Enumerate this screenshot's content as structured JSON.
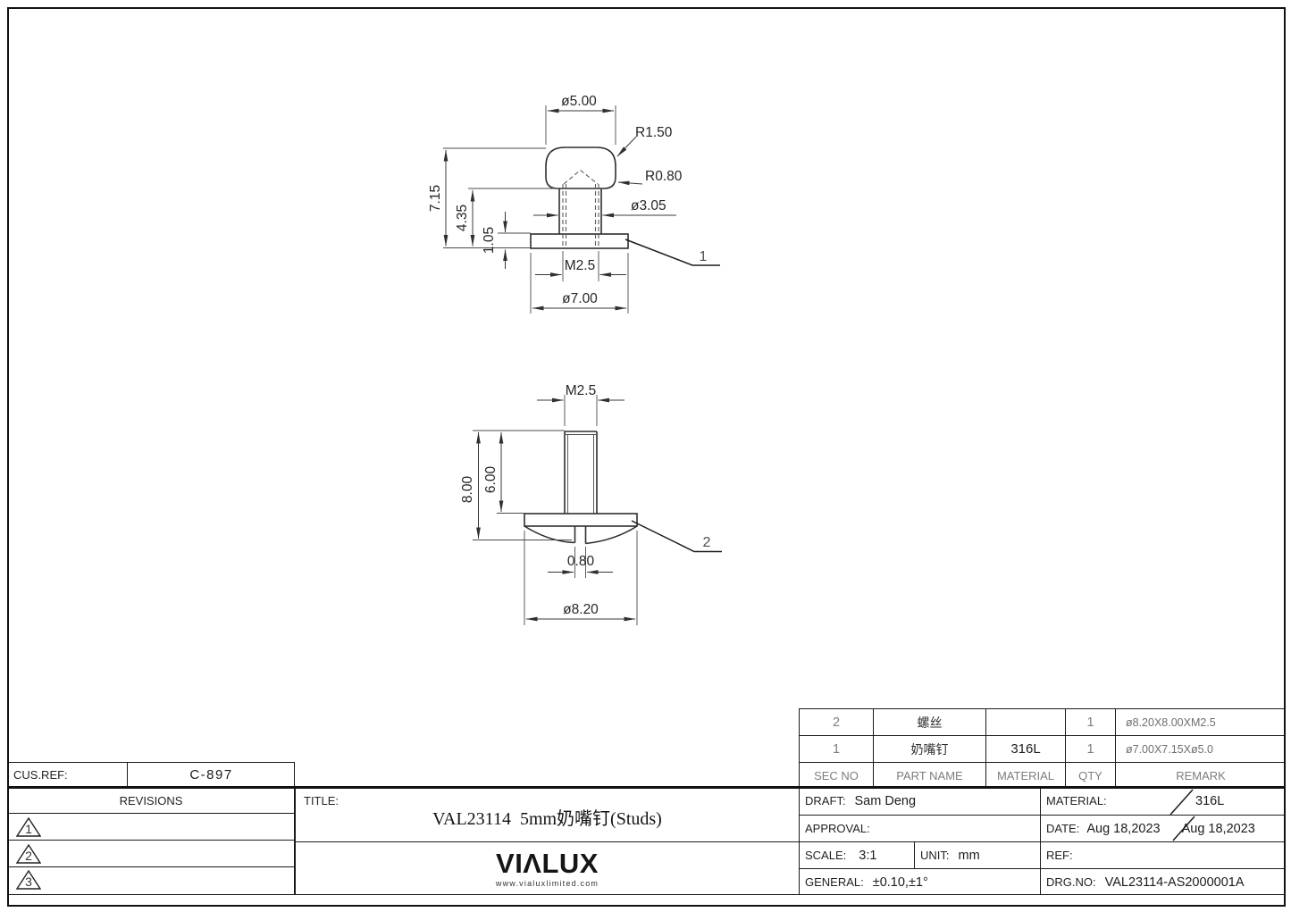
{
  "drawing1": {
    "dims": {
      "dia_top": "ø5.00",
      "radius_head": "R1.50",
      "radius_neck": "R0.80",
      "dia_stem": "ø3.05",
      "height_total": "7.15",
      "height_stem": "4.35",
      "height_base": "1.05",
      "thread": "M2.5",
      "dia_base": "ø7.00",
      "balloon": "1"
    }
  },
  "drawing2": {
    "dims": {
      "thread": "M2.5",
      "height_total": "8.00",
      "height_shaft": "6.00",
      "slot_width": "0.80",
      "dia_head": "ø8.20",
      "balloon": "2"
    }
  },
  "parts_table": {
    "headers": [
      "SEC NO",
      "PART NAME",
      "MATERIAL",
      "QTY",
      "REMARK"
    ],
    "rows": [
      {
        "sec_no": "2",
        "part_name": "螺丝",
        "material": "",
        "qty": "1",
        "remark": "ø8.20X8.00XM2.5"
      },
      {
        "sec_no": "1",
        "part_name": "奶嘴钉",
        "material": "316L",
        "qty": "1",
        "remark": "ø7.00X7.15Xø5.0"
      }
    ]
  },
  "title_block": {
    "cus_ref_label": "CUS.REF:",
    "cus_ref_value": "C-897",
    "revisions_label": "REVISIONS",
    "revision_rows": [
      {
        "num": "1"
      },
      {
        "num": "2"
      },
      {
        "num": "3"
      }
    ],
    "title_label": "TITLE:",
    "title": "VAL23114  5mm奶嘴钉(Studs)",
    "logo": "VIΛLUX",
    "website": "www.vialuxlimited.com",
    "draft_label": "DRAFT:",
    "draft_value": "Sam Deng",
    "approval_label": "APPROVAL:",
    "scale_label": "SCALE:",
    "scale_value": "3:1",
    "unit_label": "UNIT:",
    "unit_value": "mm",
    "general_label": "GENERAL:",
    "general_value": "±0.10,±1°",
    "material_label": "MATERIAL:",
    "material_value": "316L",
    "date_label": "DATE:",
    "date_value_1": "Aug 18,2023",
    "date_value_2": "Aug 18,2023",
    "ref_label": "REF:",
    "drg_no_label": "DRG.NO:",
    "drg_no_value": "VAL23114-AS2000001A"
  }
}
